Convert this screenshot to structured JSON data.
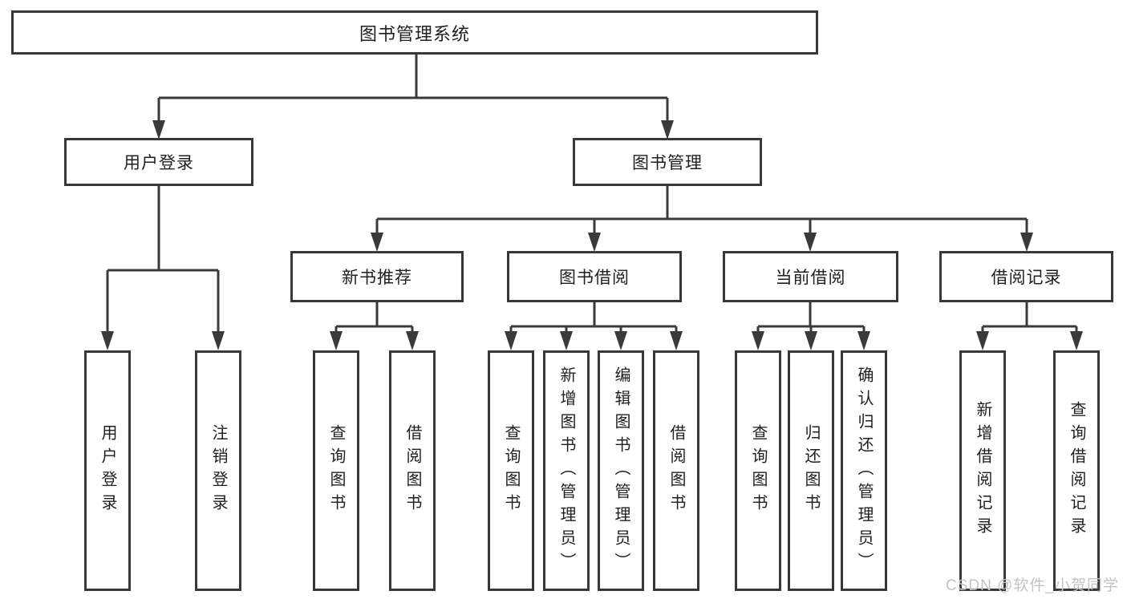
{
  "diagram": {
    "title": "图书管理系统",
    "level2": [
      {
        "id": "user-login",
        "label": "用户登录"
      },
      {
        "id": "book-management",
        "label": "图书管理"
      }
    ],
    "level3": [
      {
        "id": "new-book-recommend",
        "label": "新书推荐"
      },
      {
        "id": "book-borrow",
        "label": "图书借阅"
      },
      {
        "id": "current-borrow",
        "label": "当前借阅"
      },
      {
        "id": "borrow-records",
        "label": "借阅记录"
      }
    ],
    "leaves": {
      "user_login": [
        "用户登录",
        "注销登录"
      ],
      "new_books": [
        "查询图书",
        "借阅图书"
      ],
      "book_borrow": [
        "查询图书",
        "新增图书（管理员）",
        "编辑图书（管理员）",
        "借阅图书"
      ],
      "current_borrow": [
        "查询图书",
        "归还图书",
        "确认归还（管理员）"
      ],
      "borrow_records": [
        "新增借阅记录",
        "查询借阅记录"
      ]
    }
  },
  "watermark": {
    "text": "CSDN @软件_小贺同学"
  },
  "colors": {
    "line": "#3a3a3a",
    "box_border": "#383838",
    "text": "#1f1f1f",
    "background": "#ffffff",
    "watermark": "#c3c3c3"
  }
}
